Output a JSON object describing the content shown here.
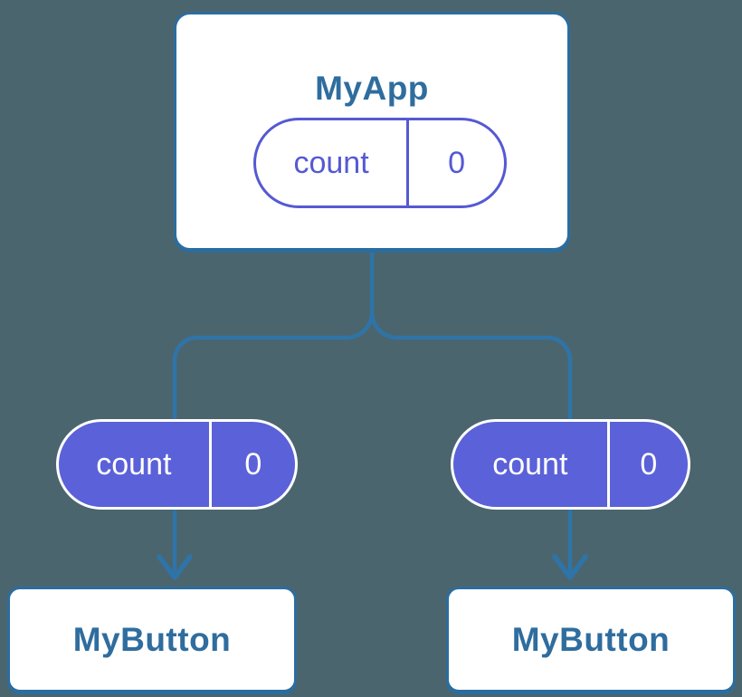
{
  "diagram": {
    "description": "Component tree showing state passed down as props",
    "tree": {
      "root": {
        "title": "MyApp",
        "state": {
          "label": "count",
          "value": "0"
        }
      },
      "children": [
        {
          "title": "MyButton",
          "prop": {
            "label": "count",
            "value": "0"
          }
        },
        {
          "title": "MyButton",
          "prop": {
            "label": "count",
            "value": "0"
          }
        }
      ]
    },
    "colors": {
      "background": "#4b656e",
      "connector_blue": "#2e74a8",
      "card_border_blue": "#2b6d9f",
      "card_fill": "#ffffff",
      "heading_text_blue": "#2f6d9e",
      "state_pill_purple": "#5559d3",
      "prop_pill_fill_purple": "#5b61d8",
      "prop_pill_text": "#ffffff"
    }
  }
}
